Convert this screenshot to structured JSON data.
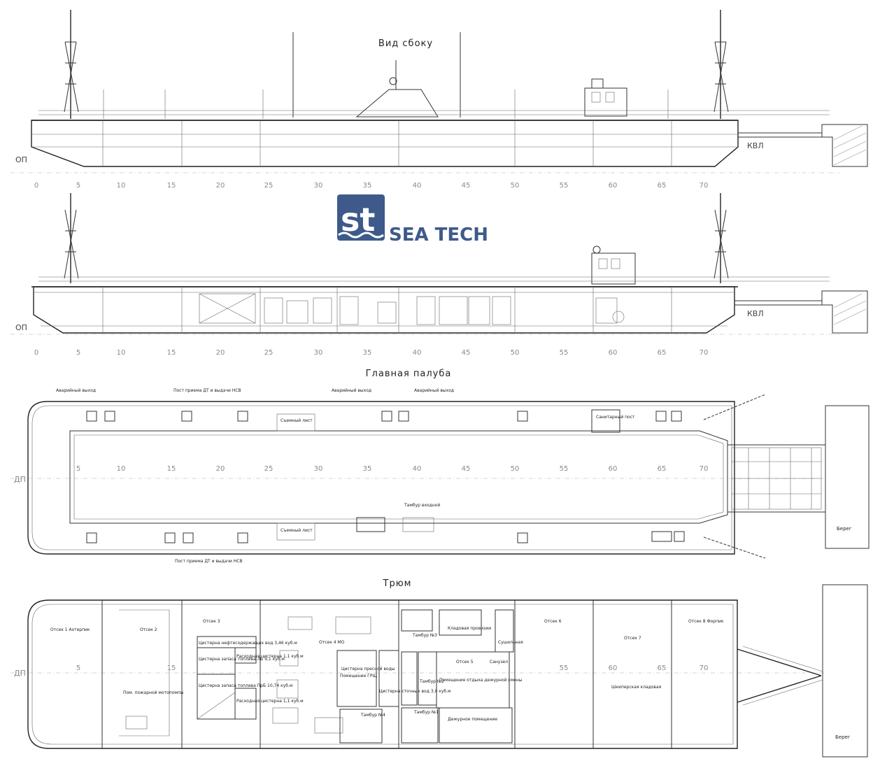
{
  "titles": {
    "side_view": "Вид сбоку",
    "main_deck": "Главная палуба",
    "hold": "Трюм"
  },
  "logo": {
    "text": "SEA TECH",
    "monogram": "st",
    "color": "#3e5a8a"
  },
  "side_marks": {
    "op": "ОП",
    "kvl": "КВЛ"
  },
  "plan_marks": {
    "dp": "ДП",
    "shore": "Берег"
  },
  "frame_scale": [
    "0",
    "5",
    "10",
    "15",
    "20",
    "25",
    "30",
    "35",
    "40",
    "45",
    "50",
    "55",
    "60",
    "65",
    "70"
  ],
  "main_deck_labels": {
    "emergency_exit_left": "Аварийный выход",
    "fuel_post_top": "Пост приема ДТ и выдачи НСВ",
    "emergency_exit_mid": "Аварийный выход",
    "emergency_exit_right": "Аварийный выход",
    "removable_sheet_top": "Съемный лист",
    "removable_sheet_bottom": "Съемный лист",
    "entry_vestibule": "Тамбур входной",
    "sanitary_post": "Санитарный пост",
    "fuel_post_bottom": "Пост приема ДТ и выдачи НСВ"
  },
  "hold_labels": {
    "comp1": "Отсек 1 Ахтерпик",
    "comp2": "Отсек 2",
    "comp3": "Отсек 3",
    "comp4": "Отсек 4 МО",
    "comp5": "Отсек 5",
    "comp6": "Отсек 6",
    "comp7": "Отсек 7",
    "comp8": "Отсек 8 Форпик",
    "fire_pump_room": "Пом. пожарной мотопомпы",
    "oily_water_tank": "Цистерна нефтесодержащих вод 3,46 куб.м",
    "fuel_reserve_tank_lb": "Цистерна запаса топлива ЛБ 9,1 куб.м",
    "fuel_reserve_tank_pb": "Цистерна запаса топлива ПрБ 10,74 куб.м",
    "consumable_tank": "Расходная цистерна 1,1 куб.м",
    "consumable_tank_2": "Расходная цистерна 1,1 куб.м",
    "gru_room": "Помещение ГРЩ",
    "sewage_tank": "Цистерна сточных вод 3,0 куб.м",
    "fresh_water_tank": "Цистерна пресной воды",
    "vestibule3": "Тамбур №3",
    "vestibule2": "Тамбур №2",
    "vestibule1": "Тамбур №1",
    "vestibule4": "Тамбур №4",
    "cloakroom": "Кладовая провизии",
    "dryer": "Сушильная",
    "sanitary": "Санузел",
    "crew_room": "Помещение отдыха дежурной смены",
    "duty_room": "Дежурное помещение",
    "chain_locker": "Шкиперская кладовая",
    "shore": "Берег"
  }
}
